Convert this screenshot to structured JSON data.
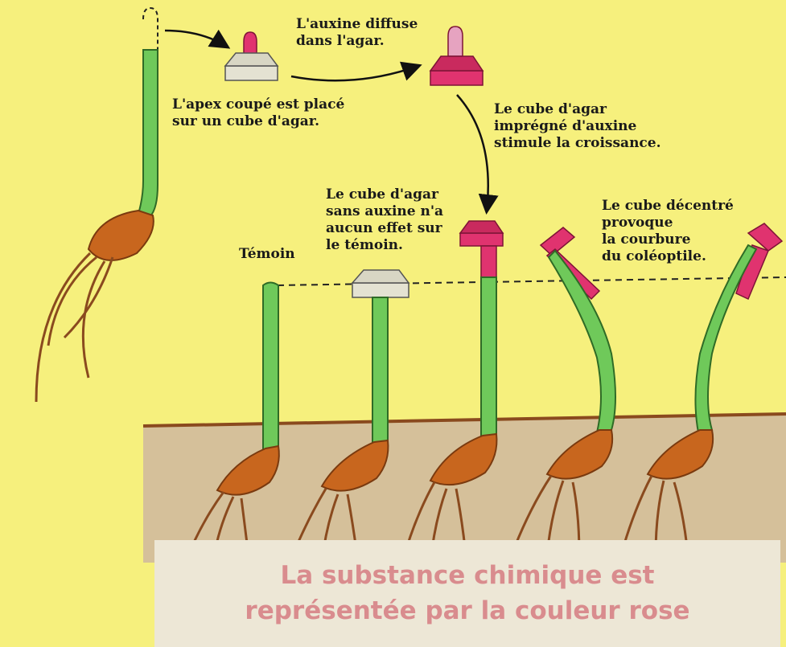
{
  "labels": {
    "apex_placed": "L'apex coupé est placé\nsur un cube d'agar.",
    "auxin_diffuses": "L'auxine diffuse\ndans l'agar.",
    "cube_stimulates": "Le cube d'agar\nimprégné d'auxine\nstimule la croissance.",
    "no_auxin": "Le cube d'agar\nsans auxine n'a\naucun effet sur\nle témoin.",
    "control": "Témoin",
    "offcenter": "Le cube décentré\nprovoque\nla courbure\ndu coléoptile."
  },
  "caption": "La substance chimique est\nreprésentée par la couleur rose",
  "colors": {
    "background": "#f6f07d",
    "stem": "#6fc95a",
    "stem_outline": "#2f6b26",
    "auxin_pink": "#e0336f",
    "agar_plain": "#e4e2d2",
    "soil": "#d5c09a",
    "seed": "#c8661e",
    "caption_text": "#d98c8e"
  }
}
